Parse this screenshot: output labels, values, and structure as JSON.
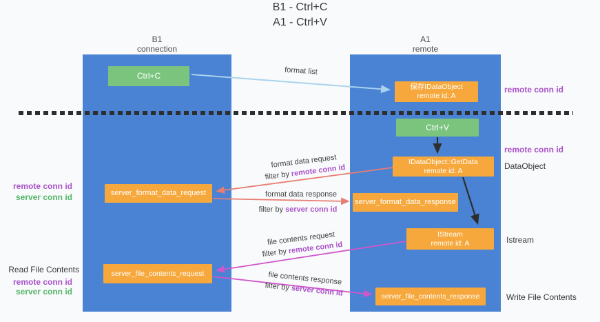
{
  "title": {
    "line1": "B1 - Ctrl+C",
    "line2": "A1 - Ctrl+V"
  },
  "lifelines": {
    "b1": {
      "name": "B1",
      "role": "connection"
    },
    "a1": {
      "name": "A1",
      "role": "remote"
    }
  },
  "nodes": {
    "ctrl_c": {
      "label": "Ctrl+C"
    },
    "store_dataobject": {
      "line1": "保存IDataObject",
      "line2": "remote id: A"
    },
    "ctrl_v": {
      "label": "Ctrl+V"
    },
    "getdata": {
      "line1": "IDataObject::GetData",
      "line2": "remote id: A"
    },
    "format_request": {
      "label": "server_format_data_request"
    },
    "format_response": {
      "label": "server_format_data_response"
    },
    "istream": {
      "line1": "IStream",
      "line2": "remote id: A"
    },
    "file_request": {
      "label": "server_file_contents_request"
    },
    "file_response": {
      "label": "server_file_contents_response"
    }
  },
  "flow": {
    "format_list": "format list",
    "format_data_request": "format data request",
    "format_data_response": "format data response",
    "file_contents_request": "file contents request",
    "file_contents_response": "file contents response",
    "filter_by": "filter by",
    "remote_conn_id": "remote conn id",
    "server_conn_id": "server conn id"
  },
  "annotations": {
    "remote_conn_id": "remote conn id",
    "server_conn_id": "server conn id",
    "dataobject": "DataObject",
    "istream": "Istream",
    "read_file_contents": "Read File Contents",
    "write_file_contents": "Write File Contents"
  },
  "colors": {
    "lane_blue": "#4a82d4",
    "node_orange": "#f6a83c",
    "node_green": "#7bc47e",
    "conn_purple": "#a953c9",
    "conn_green": "#54b568",
    "arrow_blue": "#a9d2ee",
    "arrow_red": "#e87d72",
    "arrow_magenta": "#ce57cb",
    "arrow_black": "#2e2e2e"
  }
}
